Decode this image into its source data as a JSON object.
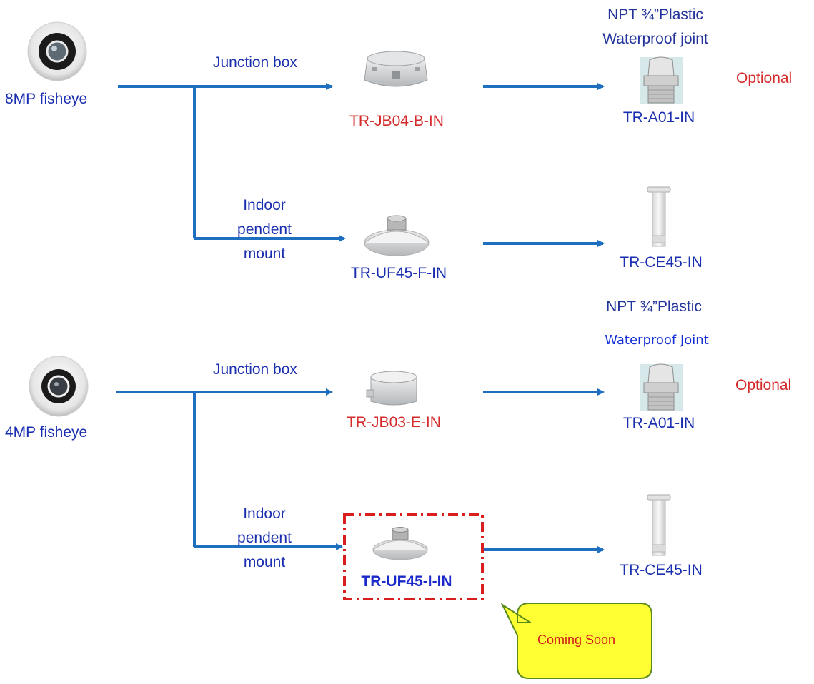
{
  "rows": [
    {
      "camera": "8MP fisheye",
      "branch1": {
        "label": "Junction box",
        "model": "TR-JB04-B-IN",
        "accessory_title": [
          "NPT ¾”Plastic",
          "Waterproof joint"
        ],
        "accessory_model": "TR-A01-IN",
        "optional": "Optional"
      },
      "branch2": {
        "label": [
          "Indoor",
          "pendent",
          "mount"
        ],
        "model": "TR-UF45-F-IN",
        "accessory_model": "TR-CE45-IN"
      }
    },
    {
      "camera": "4MP fisheye",
      "branch1": {
        "label": "Junction box",
        "model": "TR-JB03-E-IN",
        "accessory_title": [
          "NPT ¾”Plastic",
          "Waterproof Joint"
        ],
        "accessory_model": "TR-A01-IN",
        "optional": "Optional"
      },
      "branch2": {
        "label": [
          "Indoor",
          "pendent",
          "mount"
        ],
        "model": "TR-UF45-I-IN",
        "accessory_model": "TR-CE45-IN"
      }
    }
  ],
  "callout": "Coming Soon",
  "colors": {
    "arrow": "#1f6fc0",
    "label_blue": "#1a2fb0",
    "model_red": "#d42a2a",
    "highlight_box": "#d81f1f",
    "callout_fill": "#ffff33",
    "callout_border": "#5a8a1a"
  },
  "icons": [
    "fisheye-camera-icon",
    "junction-box-icon",
    "waterproof-joint-icon",
    "pendent-mount-icon",
    "ceiling-pole-icon"
  ]
}
